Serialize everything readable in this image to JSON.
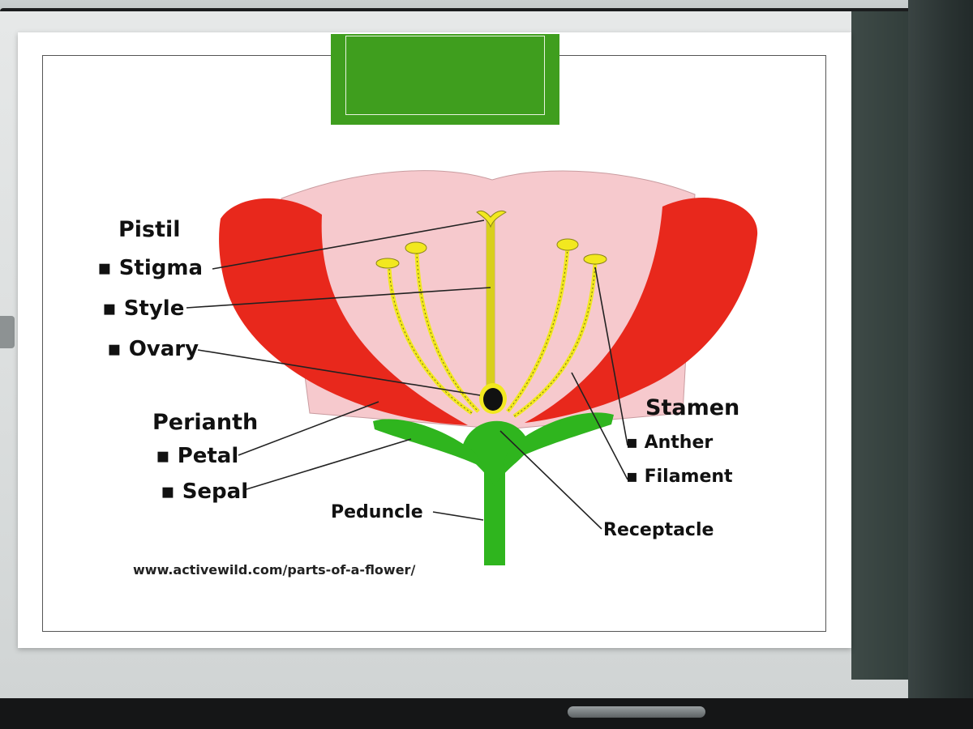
{
  "diagram": {
    "groups": {
      "pistil": {
        "heading": "Pistil",
        "items": [
          "Stigma",
          "Style",
          "Ovary"
        ]
      },
      "perianth": {
        "heading": "Perianth",
        "items": [
          "Petal",
          "Sepal"
        ]
      },
      "stamen": {
        "heading": "Stamen",
        "items": [
          "Anther",
          "Filament"
        ]
      }
    },
    "peduncle": "Peduncle",
    "receptacle": "Receptacle",
    "source_url": "www.activewild.com/parts-of-a-flower/"
  },
  "colors": {
    "petal_outer": "#e8281c",
    "petal_inner": "#f6c9cd",
    "stem": "#2fb51e",
    "stamen": "#f2e81f",
    "ovary": "#111111",
    "title_box": "#3f9e1e"
  }
}
